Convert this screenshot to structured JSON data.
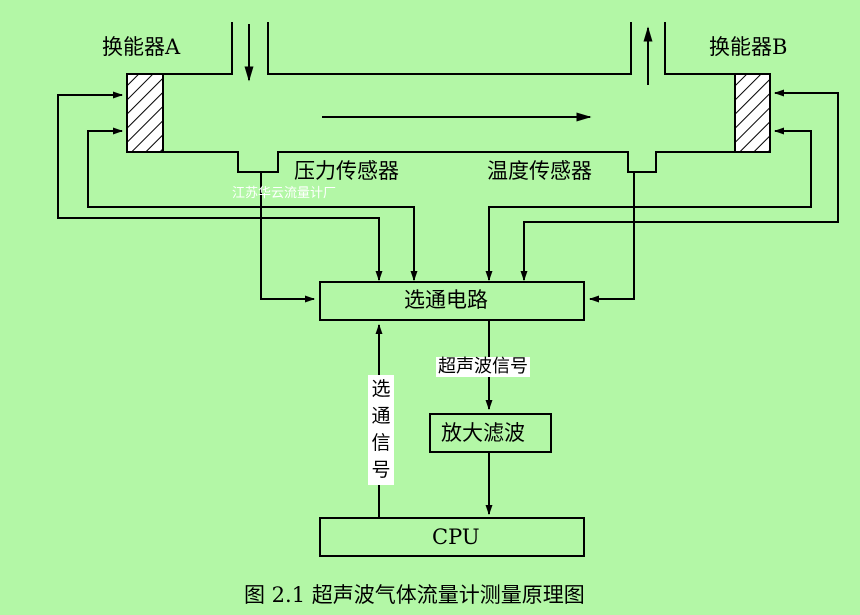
{
  "diagram": {
    "transducer_a": "换能器A",
    "transducer_b": "换能器B",
    "pressure_sensor": "压力传感器",
    "temperature_sensor": "温度传感器",
    "watermark": "江苏华云流量计厂",
    "gating_circuit": "选通电路",
    "ultrasonic_signal": "超声波信号",
    "gating_signal": "选通信号",
    "amp_filter": "放大滤波",
    "cpu": "CPU",
    "caption": "图 2.1  超声波气体流量计测量原理图"
  }
}
